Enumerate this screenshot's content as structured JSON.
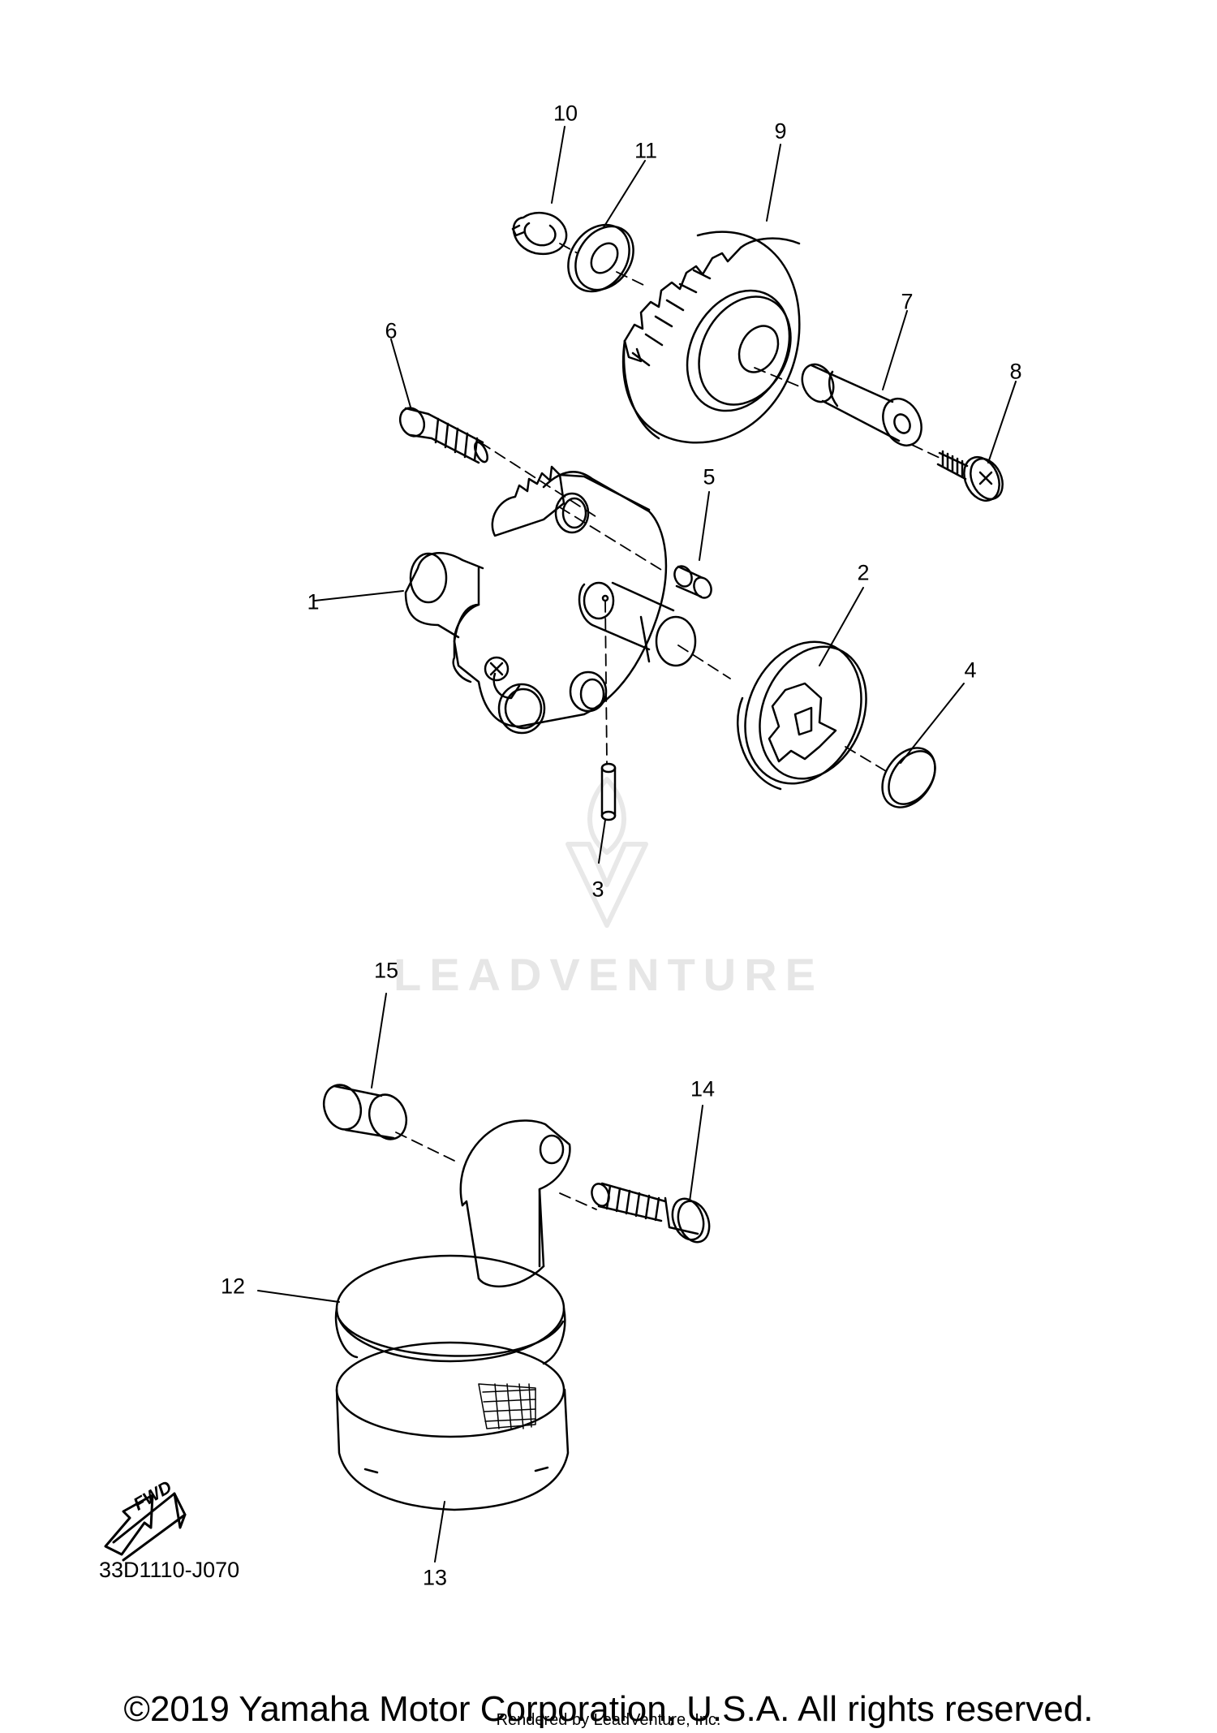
{
  "diagram": {
    "callouts": [
      "1",
      "2",
      "3",
      "4",
      "5",
      "6",
      "7",
      "8",
      "9",
      "10",
      "11",
      "12",
      "13",
      "14",
      "15"
    ],
    "part_code": "33D1110-J070",
    "fwd_label": "FWD",
    "watermark": "LEADVENTURE",
    "copyright": "©2019 Yamaha Motor Corporation, U.S.A. All rights reserved.",
    "rendered_by": "Rendered by LeadVenture, Inc."
  }
}
